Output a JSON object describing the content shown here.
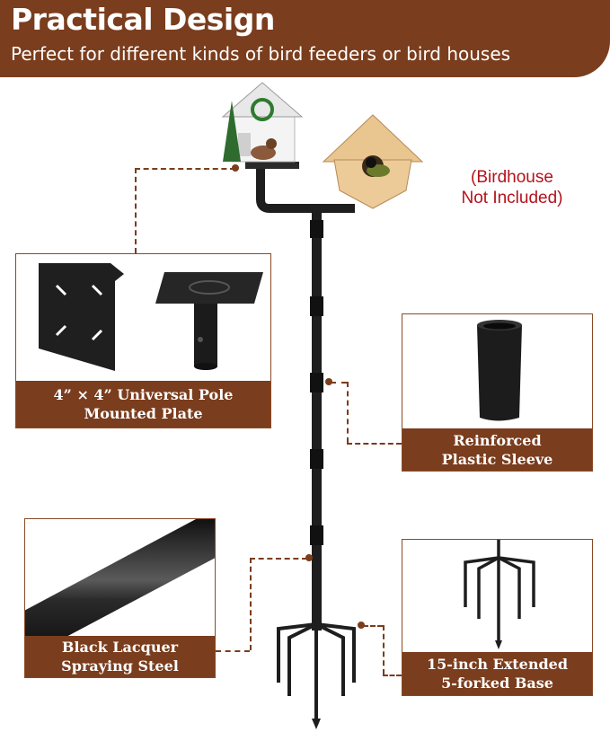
{
  "header": {
    "title": "Practical Design",
    "subtitle": "Perfect for different kinds of bird feeders or bird houses"
  },
  "note": {
    "line1": "(Birdhouse",
    "line2": "Not Included)"
  },
  "features": [
    {
      "line1": "4” × 4” Universal Pole",
      "line2": "Mounted Plate"
    },
    {
      "line1": "Reinforced",
      "line2": "Plastic Sleeve"
    },
    {
      "line1": "Black Lacquer",
      "line2": "Spraying Steel"
    },
    {
      "line1": "15-inch Extended",
      "line2": "5-forked Base"
    }
  ],
  "colors": {
    "brand_brown": "#7a3d1d",
    "note_red": "#b5121b",
    "pole_black": "#1e1e1e"
  },
  "icons": [
    "birdhouse-white-icon",
    "birdhouse-wood-icon",
    "bird-icon",
    "mount-plate-icon",
    "sleeve-icon",
    "steel-pole-icon",
    "fork-base-icon"
  ]
}
